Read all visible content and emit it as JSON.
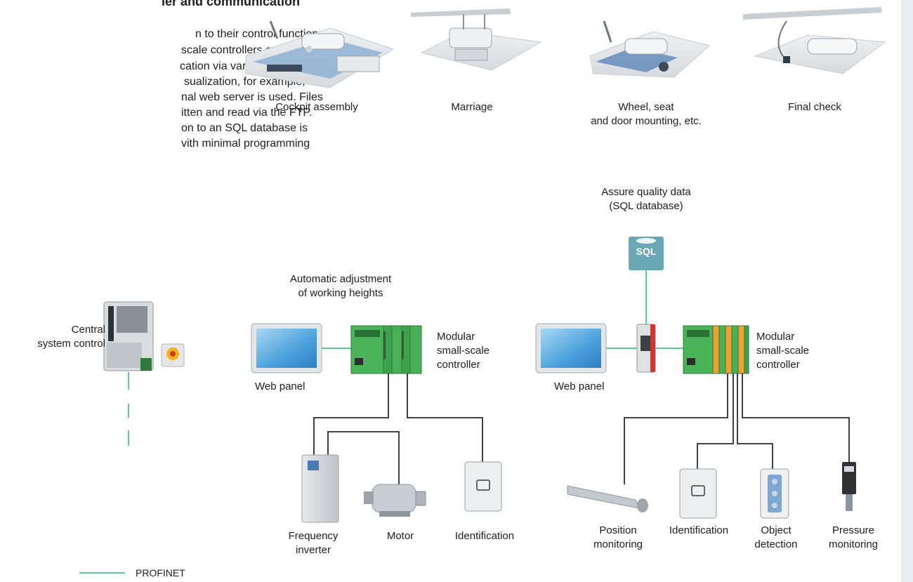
{
  "intro": {
    "title": "ler and communication",
    "lines": [
      "n to their control function,",
      "scale controllers control",
      "cation via various IT protocols.",
      "sualization, for example,",
      "nal web server is used. Files",
      "itten and read via the FTP.",
      "on to an SQL database is",
      "vith minimal programming"
    ]
  },
  "stations": [
    {
      "label": "Cockpit assembly"
    },
    {
      "label": "Marriage"
    },
    {
      "label_line1": "Wheel, seat",
      "label_line2": "and door mounting, etc."
    },
    {
      "label": "Final check"
    }
  ],
  "central": {
    "line1": "Central",
    "line2": "system control"
  },
  "left_cell": {
    "heading_line1": "Automatic adjustment",
    "heading_line2": "of working heights",
    "panel": "Web panel",
    "controller_line1": "Modular",
    "controller_line2": "small-scale",
    "controller_line3": "controller",
    "devices": {
      "inverter_line1": "Frequency",
      "inverter_line2": "inverter",
      "motor": "Motor",
      "identification": "Identification"
    }
  },
  "right_cell": {
    "sql_line1": "Assure quality data",
    "sql_line2": "(SQL database)",
    "sql_icon": "SQL",
    "panel": "Web panel",
    "controller_line1": "Modular",
    "controller_line2": "small-scale",
    "controller_line3": "controller",
    "devices": {
      "position_line1": "Position",
      "position_line2": "monitoring",
      "identification": "Identification",
      "object_line1": "Object",
      "object_line2": "detection",
      "pressure_line1": "Pressure",
      "pressure_line2": "monitoring"
    }
  },
  "legend": {
    "profinet": "PROFINET"
  },
  "colors": {
    "profinet": "#5cc99a",
    "cable": "#2b2b2b",
    "controller": "#4bb35a",
    "sql": "#6aa8b6",
    "panel": "#4a9fd8"
  }
}
